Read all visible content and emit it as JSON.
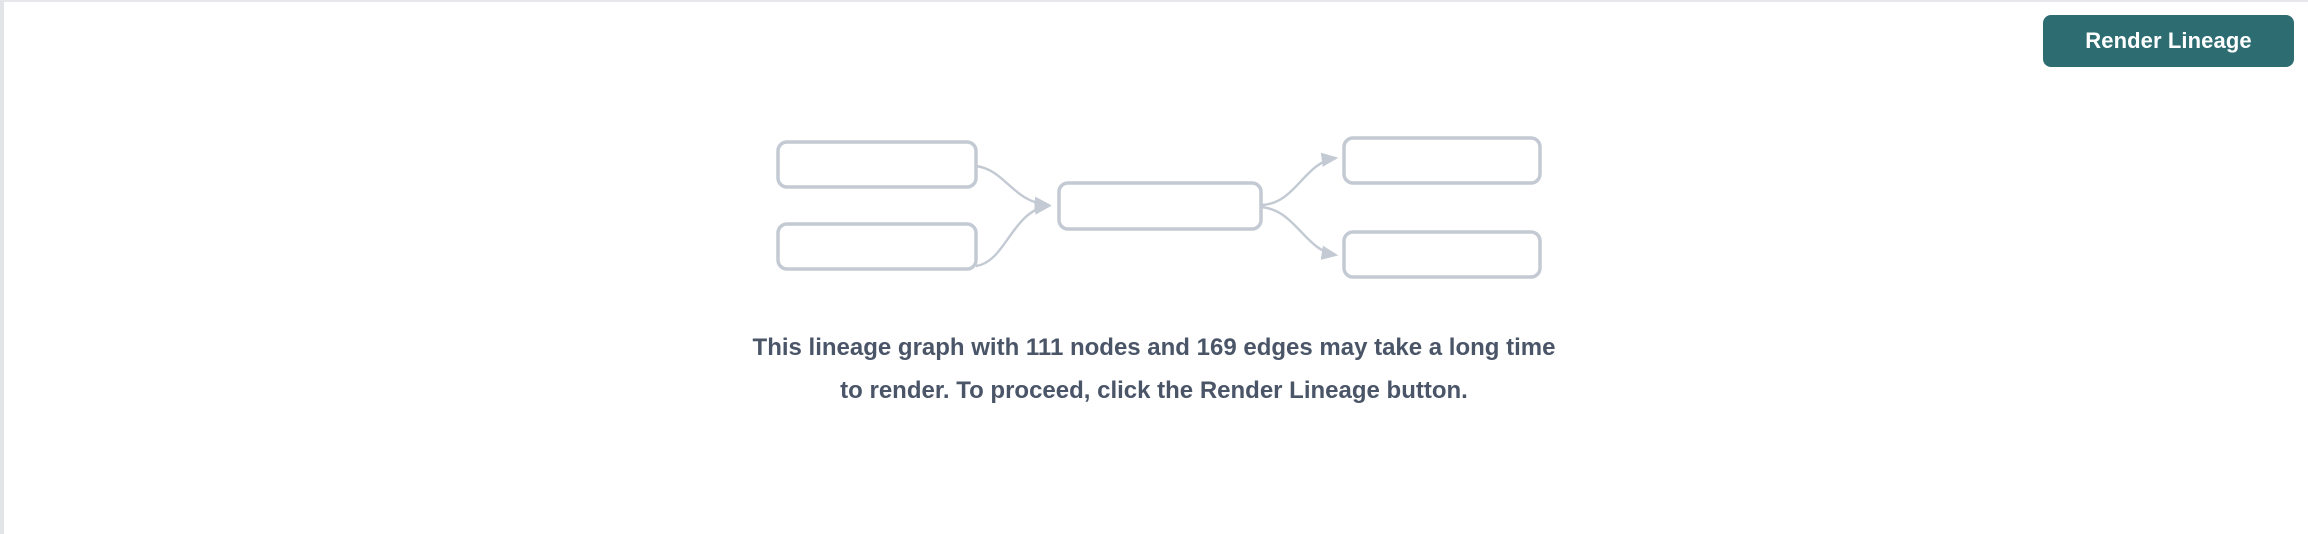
{
  "page": {
    "background_color": "#ffffff",
    "border_color": "#e2e4e7"
  },
  "toolbar": {
    "render_button_label": "Render Lineage",
    "render_button_color": "#2d6d72",
    "render_button_text_color": "#ffffff"
  },
  "placeholder_graph": {
    "node_border_color": "#c3cad3",
    "edge_color": "#c3cad3",
    "node_count_shown": 5,
    "edge_count_shown": 4
  },
  "message": {
    "text": "This lineage graph with 111 nodes and 169 edges may take a long time to render. To proceed, click the Render Lineage button.",
    "node_count": 111,
    "edge_count": 169,
    "text_color": "#4a5568"
  }
}
